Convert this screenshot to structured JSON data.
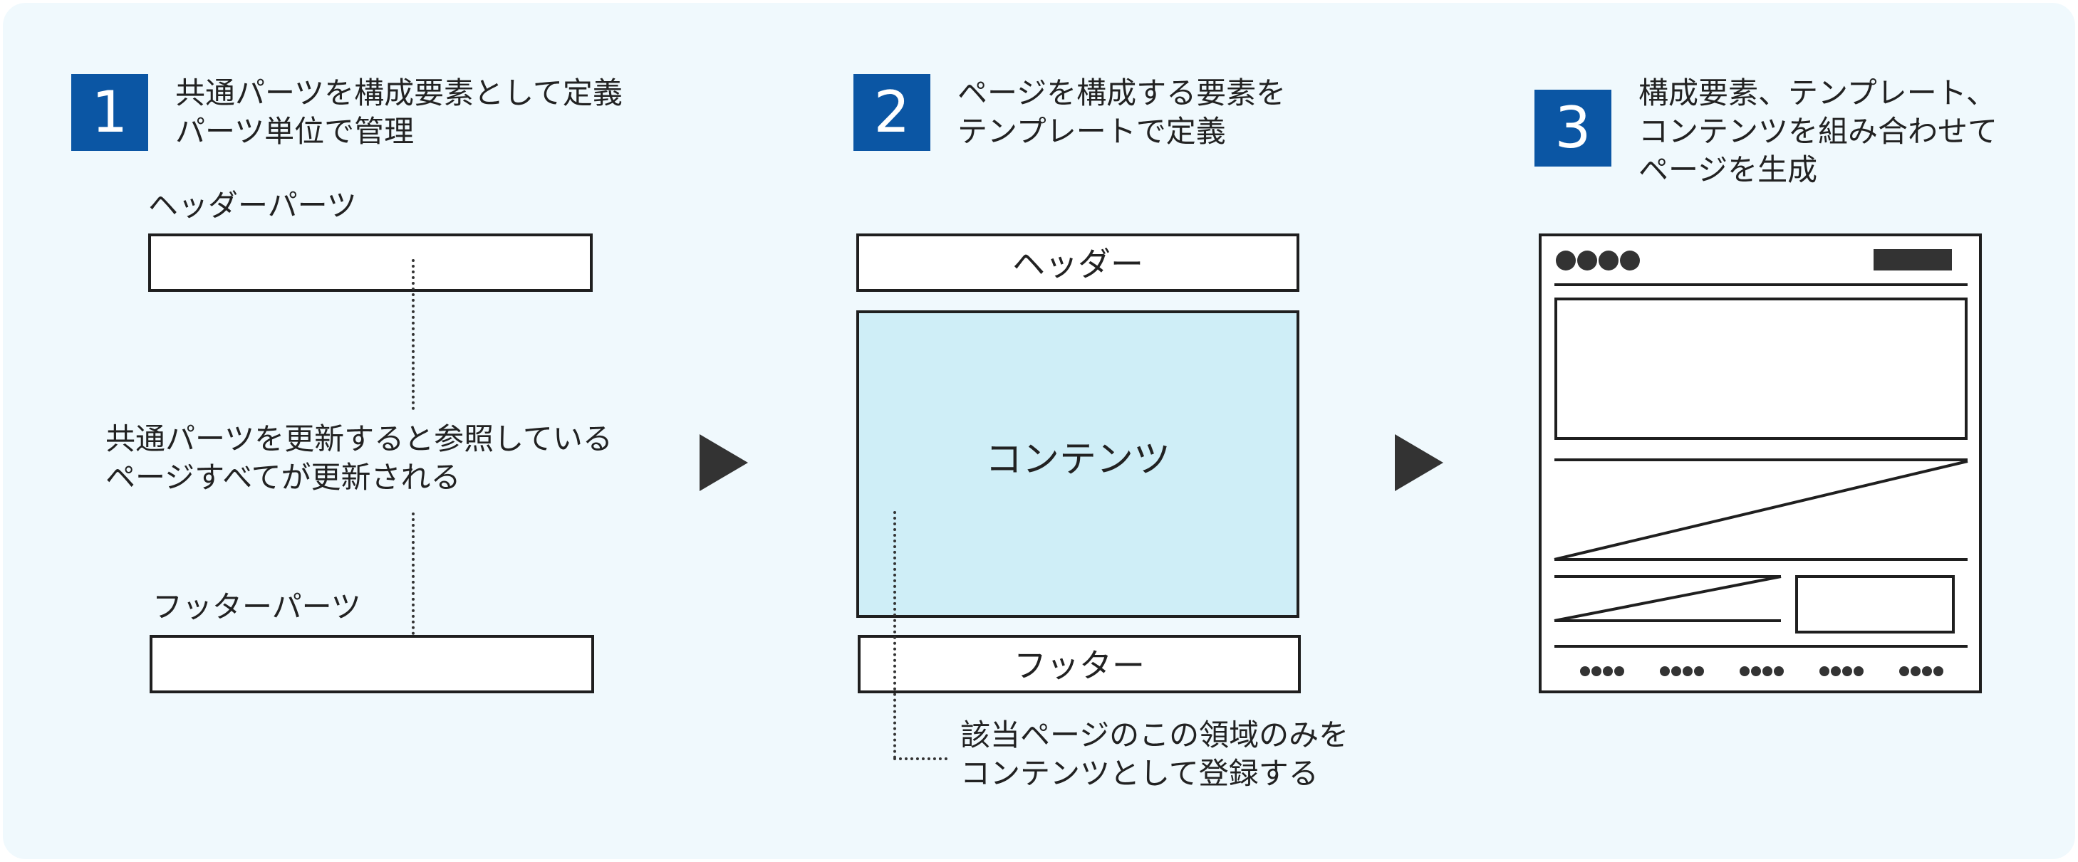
{
  "steps": [
    {
      "number": "1",
      "title_lines": [
        "共通パーツを構成要素として定義",
        "パーツ単位で管理"
      ]
    },
    {
      "number": "2",
      "title_lines": [
        "ページを構成する要素を",
        "テンプレートで定義"
      ]
    },
    {
      "number": "3",
      "title_lines": [
        "構成要素、テンプレート、",
        "コンテンツを組み合わせて",
        "ページを生成"
      ]
    }
  ],
  "step1": {
    "header_part_label": "ヘッダーパーツ",
    "footer_part_label": "フッターパーツ",
    "note_lines": [
      "共通パーツを更新すると参照している",
      "ページすべてが更新される"
    ]
  },
  "step2": {
    "header_label": "ヘッダー",
    "content_label": "コンテンツ",
    "footer_label": "フッター",
    "note_lines": [
      "該当ページのこの領域のみを",
      "コンテンツとして登録する"
    ]
  },
  "colors": {
    "background": "#f0f9fd",
    "badge": "#0b56a4",
    "content_fill": "#cfeef7",
    "stroke": "#1f1f1f",
    "arrow": "#333333"
  },
  "icons": {
    "arrow": "triangle-right",
    "wireframe_dots": "circle"
  }
}
